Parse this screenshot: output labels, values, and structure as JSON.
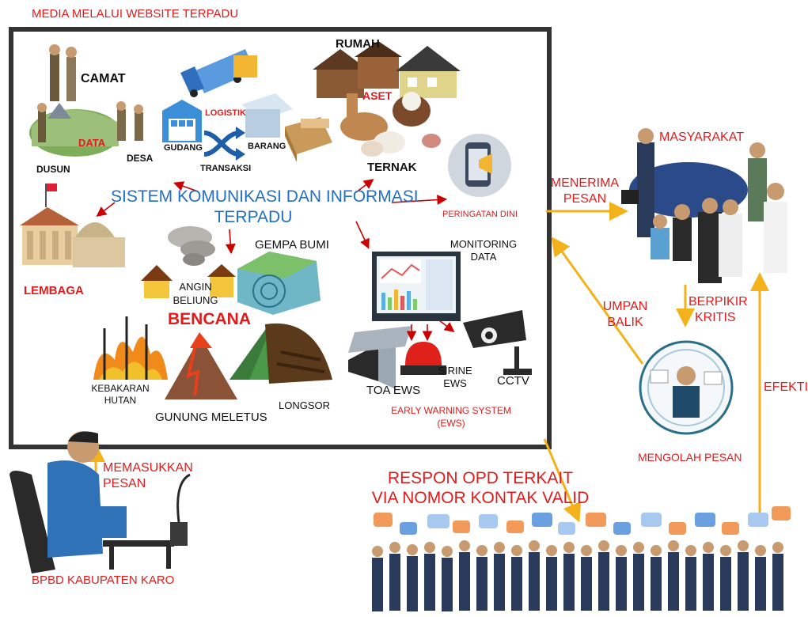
{
  "header": {
    "title": "MEDIA MELALUI WEBSITE TERPADU"
  },
  "system": {
    "title_line1": "SISTEM KOMUNIKASI DAN INFORMASI",
    "title_line2": "TERPADU"
  },
  "admin": {
    "camat": "CAMAT",
    "data": "DATA",
    "dusun": "DUSUN",
    "desa": "DESA"
  },
  "logistics": {
    "logistik": "LOGISTIK",
    "gudang": "GUDANG",
    "transaksi": "TRANSAKSI",
    "barang": "BARANG"
  },
  "assets": {
    "rumah": "RUMAH",
    "aset": "ASET",
    "ternak": "TERNAK"
  },
  "warning": {
    "peringatan_dini": "PERINGATAN DINI"
  },
  "lembaga": "LEMBAGA",
  "disaster": {
    "bencana": "BENCANA",
    "angin_beliung_1": "ANGIN",
    "angin_beliung_2": "BELIUNG",
    "gempa_bumi": "GEMPA BUMI",
    "kebakaran_1": "KEBAKARAN",
    "kebakaran_2": "HUTAN",
    "gunung_meletus": "GUNUNG MELETUS",
    "longsor": "LONGSOR"
  },
  "ews": {
    "monitoring_1": "MONITORING",
    "monitoring_2": "DATA",
    "sirine_1": "SIRINE",
    "sirine_2": "EWS",
    "toa": "TOA EWS",
    "cctv": "CCTV",
    "system_1": "EARLY WARNING SYSTEM",
    "system_2": "(EWS)"
  },
  "operator": {
    "memasukkan_1": "MEMASUKKAN",
    "memasukkan_2": "PESAN",
    "bpbd": "BPBD KABUPATEN KARO"
  },
  "flow": {
    "menerima_1": "MENERIMA",
    "menerima_2": "PESAN",
    "masyarakat": "MASYARAKAT",
    "berpikir_1": "BERPIKIR",
    "berpikir_2": "KRITIS",
    "umpan_1": "UMPAN",
    "umpan_2": "BALIK",
    "efektif": "EFEKTIF",
    "mengolah": "MENGOLAH PESAN",
    "respon_1": "RESPON OPD TERKAIT",
    "respon_2": "VIA NOMOR KONTAK VALID"
  },
  "colors": {
    "accent_red": "#e11b1b",
    "title_blue": "#1f6fc6",
    "arrow_orange": "#f3b21b",
    "frame": "#333333"
  }
}
